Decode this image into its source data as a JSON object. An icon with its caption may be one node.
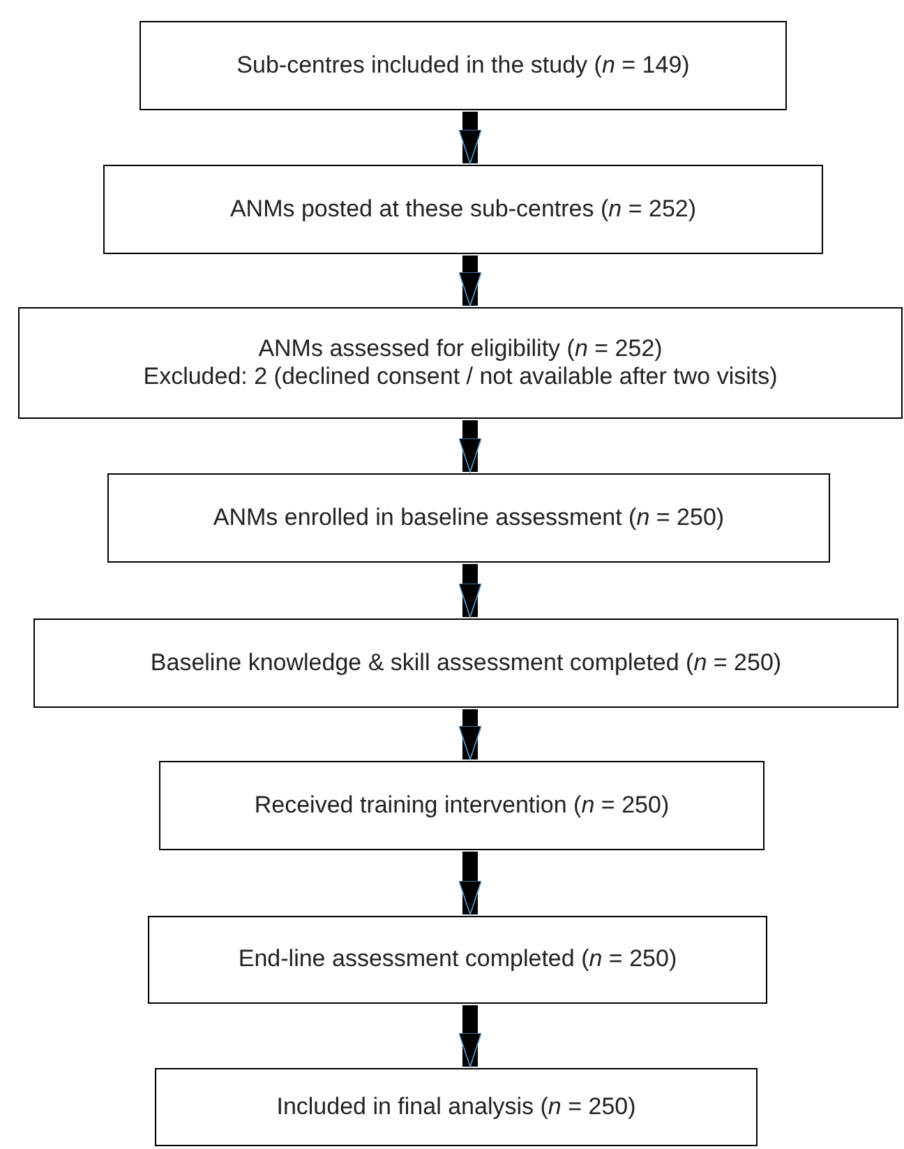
{
  "diagram": {
    "nodes": [
      {
        "text": [
          "Sub-centres included in the study (*n* = 149)"
        ]
      },
      {
        "text": [
          "ANMs posted at these sub-centres (*n* = 252)"
        ]
      },
      {
        "text": [
          "ANMs assessed for eligibility (*n* = 252)",
          "Excluded: 2 (declined consent / not available after two visits)"
        ]
      },
      {
        "text": [
          "ANMs enrolled in baseline assessment (*n* = 250)"
        ]
      },
      {
        "text": [
          "Baseline knowledge & skill assessment completed (*n* = 250)"
        ]
      },
      {
        "text": [
          "Received training intervention (*n* = 250)"
        ]
      },
      {
        "text": [
          "End-line assessment completed (*n* = 250)"
        ]
      },
      {
        "text": [
          "Included in final analysis (*n* = 250)"
        ]
      }
    ],
    "edges": [
      {
        "from": 0,
        "to": 1,
        "arrow": "to"
      },
      {
        "from": 1,
        "to": 2,
        "arrow": "to"
      },
      {
        "from": 2,
        "to": 3,
        "arrow": "to"
      },
      {
        "from": 3,
        "to": 4,
        "arrow": "to"
      },
      {
        "from": 4,
        "to": 5,
        "arrow": "to"
      },
      {
        "from": 5,
        "to": 6,
        "arrow": "to"
      },
      {
        "from": 6,
        "to": 7,
        "arrow": "to"
      }
    ]
  }
}
